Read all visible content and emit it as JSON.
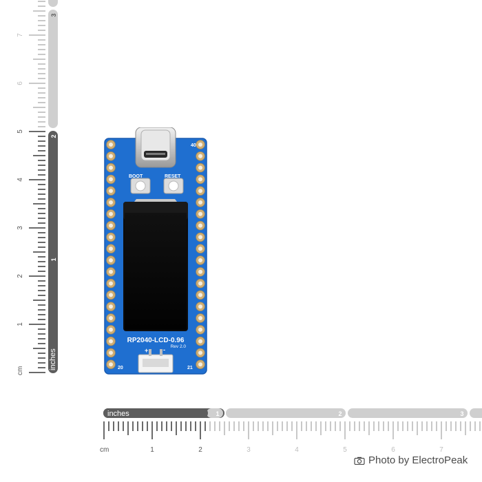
{
  "vertical_ruler": {
    "unit_cm": "cm",
    "unit_inches": "inches",
    "cm_labels": [
      "1",
      "2",
      "3",
      "4",
      "5",
      "6",
      "7"
    ],
    "inch_labels": [
      "1",
      "2",
      "3"
    ]
  },
  "horizontal_ruler": {
    "unit_cm": "cm",
    "unit_inches": "inches",
    "cm_labels": [
      "1",
      "2",
      "3",
      "4",
      "5",
      "6",
      "7"
    ],
    "inch_labels": [
      "1",
      "2",
      "3"
    ]
  },
  "board": {
    "name": "RP2040-LCD-0.96",
    "revision": "Rev 2.0",
    "boot_label": "BOOT",
    "reset_label": "RESET",
    "pin_labels": {
      "top_right": "40",
      "bottom_left": "20",
      "bottom_right": "21"
    },
    "connector_polarity": {
      "plus": "+",
      "minus": "-"
    },
    "colors": {
      "pcb": "#1f6fd0",
      "pad": "#cfae74",
      "screen": "#050505"
    }
  },
  "credit": {
    "text": "Photo by ElectroPeak",
    "icon": "camera-icon"
  }
}
